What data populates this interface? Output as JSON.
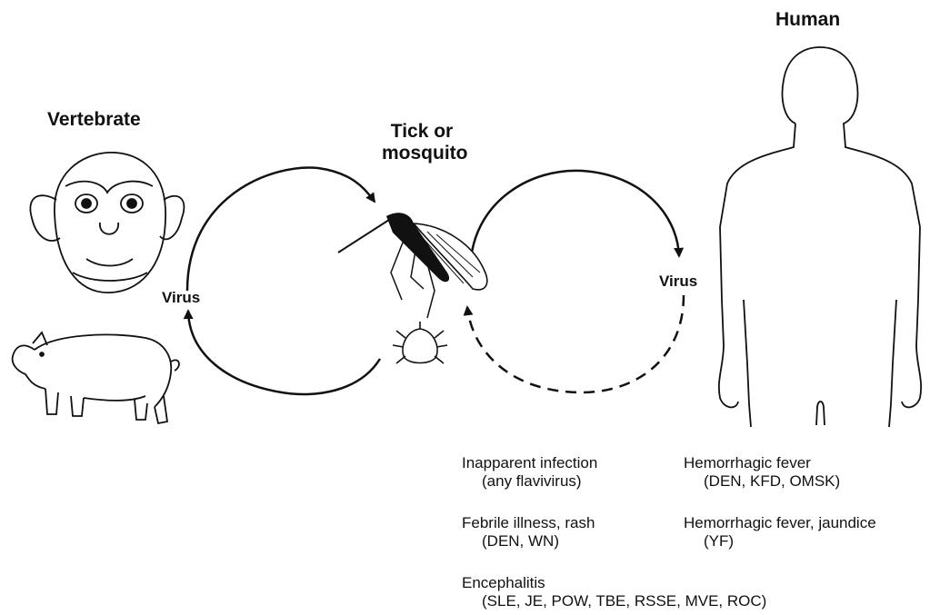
{
  "labels": {
    "vertebrate": "Vertebrate",
    "vector_line1": "Tick or",
    "vector_line2": "mosquito",
    "human": "Human",
    "virus_left": "Virus",
    "virus_right": "Virus"
  },
  "outcomes": [
    {
      "name": "Inapparent infection",
      "detail": "(any flavivirus)"
    },
    {
      "name": "Hemorrhagic fever",
      "detail": "(DEN, KFD, OMSK)"
    },
    {
      "name": "Febrile illness, rash",
      "detail": "(DEN, WN)"
    },
    {
      "name": "Hemorrhagic fever, jaundice",
      "detail": "(YF)"
    },
    {
      "name": "Encephalitis",
      "detail": "(SLE, JE, POW, TBE, RSSE, MVE, ROC)"
    }
  ],
  "colors": {
    "ink": "#111111",
    "background": "#ffffff"
  },
  "icons": [
    "monkey-icon",
    "pig-icon",
    "mosquito-icon",
    "tick-icon",
    "human-outline-icon"
  ]
}
